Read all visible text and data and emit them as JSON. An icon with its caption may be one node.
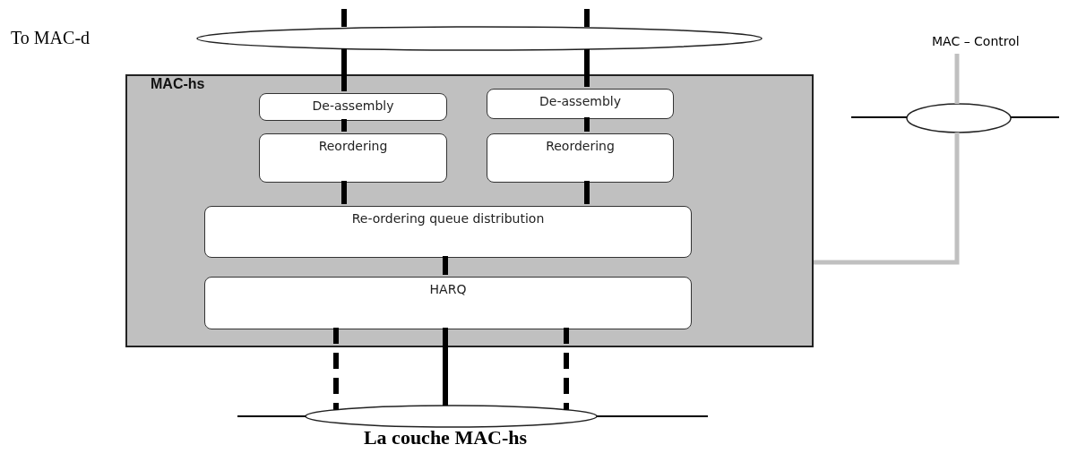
{
  "diagram": {
    "caption": "La couche MAC-hs",
    "nodes": [
      {
        "text": [],
        "shape": "ellipse"
      },
      {
        "text": [
          "MAC-hs"
        ]
      },
      {
        "text": [
          "De-assembly"
        ],
        "in": 1
      },
      {
        "text": [
          "De-assembly"
        ],
        "in": 1
      },
      {
        "text": [
          "Reordering"
        ],
        "in": 1
      },
      {
        "text": [
          "Reordering"
        ],
        "in": 1
      },
      {
        "text": [
          "Re-ordering queue distribution"
        ],
        "in": 1
      },
      {
        "text": [
          "HARQ"
        ],
        "in": 1
      },
      {
        "text": [],
        "shape": "ellipse"
      },
      {
        "text": [],
        "shape": "ellipse"
      }
    ],
    "labels": [
      "To MAC-d",
      "MAC – Control"
    ],
    "edges": [
      {
        "from": 0,
        "to": 2,
        "arrow": "none"
      },
      {
        "from": 0,
        "to": 3,
        "arrow": "none"
      },
      {
        "from": 2,
        "to": 4,
        "arrow": "none"
      },
      {
        "from": 3,
        "to": 5,
        "arrow": "none"
      },
      {
        "from": 4,
        "to": 6,
        "arrow": "none"
      },
      {
        "from": 5,
        "to": 6,
        "arrow": "none"
      },
      {
        "from": 6,
        "to": 7,
        "arrow": "none"
      },
      {
        "from": 7,
        "to": 8,
        "arrow": "none",
        "style": "dashed"
      },
      {
        "from": 7,
        "to": 8,
        "arrow": "none"
      },
      {
        "from": 7,
        "to": 8,
        "arrow": "none",
        "style": "dashed"
      },
      {
        "from": 1,
        "to": 9,
        "arrow": "none",
        "color": "#c0c0c0"
      }
    ]
  }
}
